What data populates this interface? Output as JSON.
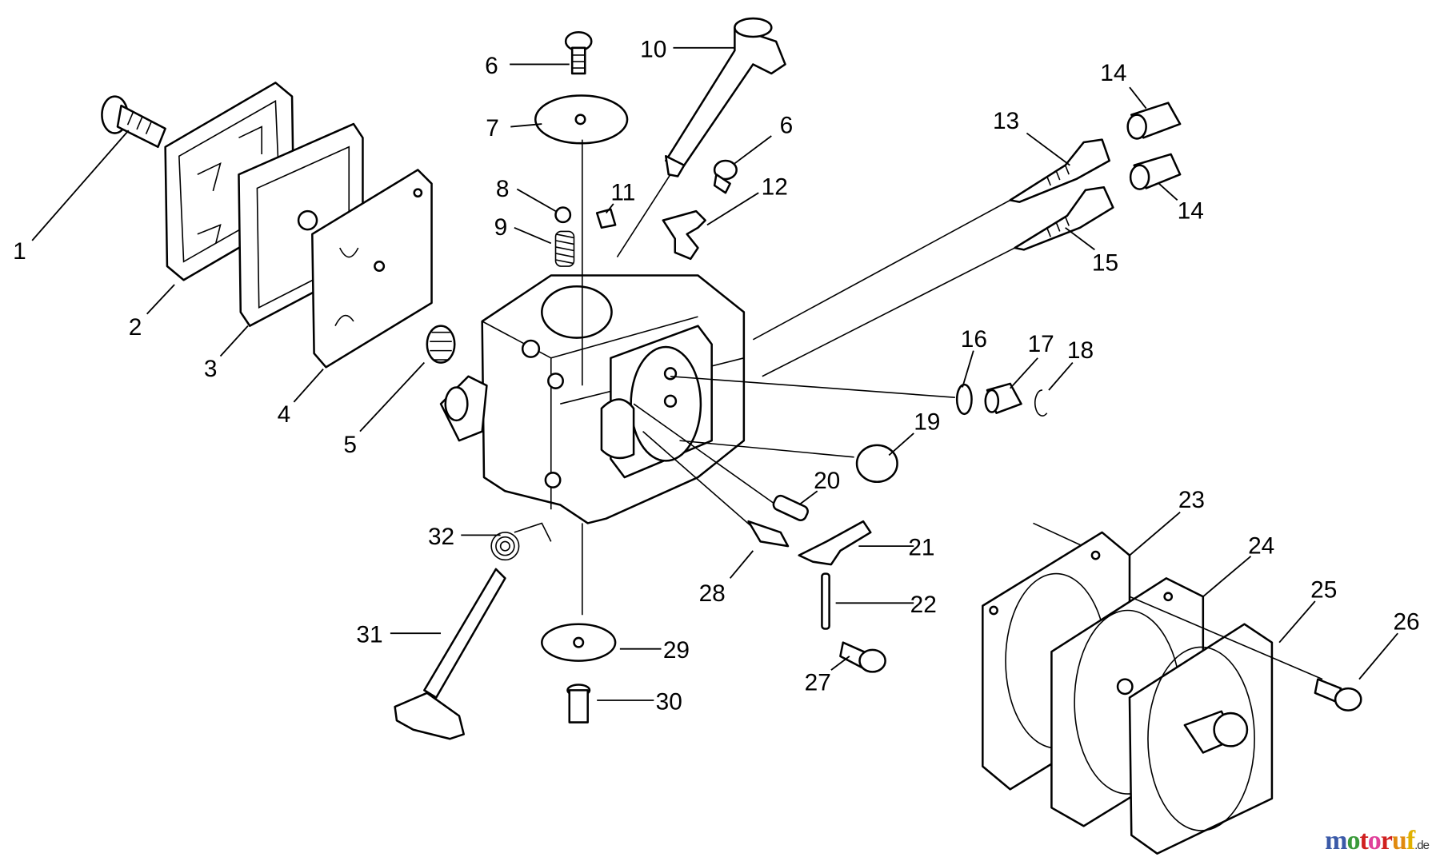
{
  "title": "Carburetor exploded parts diagram",
  "callouts": {
    "c1": "1",
    "c2": "2",
    "c3": "3",
    "c4": "4",
    "c5": "5",
    "c6a": "6",
    "c6b": "6",
    "c7": "7",
    "c8": "8",
    "c9": "9",
    "c10": "10",
    "c11": "11",
    "c12": "12",
    "c13": "13",
    "c14a": "14",
    "c14b": "14",
    "c15": "15",
    "c16": "16",
    "c17": "17",
    "c18": "18",
    "c19": "19",
    "c20": "20",
    "c21": "21",
    "c22": "22",
    "c23": "23",
    "c24": "24",
    "c25": "25",
    "c26": "26",
    "c27": "27",
    "c28": "28",
    "c29": "29",
    "c30": "30",
    "c31": "31",
    "c32": "32"
  },
  "watermark": {
    "letters": [
      "m",
      "o",
      "t",
      "o",
      "r",
      "u",
      "f"
    ],
    "suffix": ".de",
    "colors": [
      "#3b5aa8",
      "#3a9a3a",
      "#d02020",
      "#e0409a",
      "#d02020",
      "#e08a10",
      "#e0b000"
    ]
  }
}
